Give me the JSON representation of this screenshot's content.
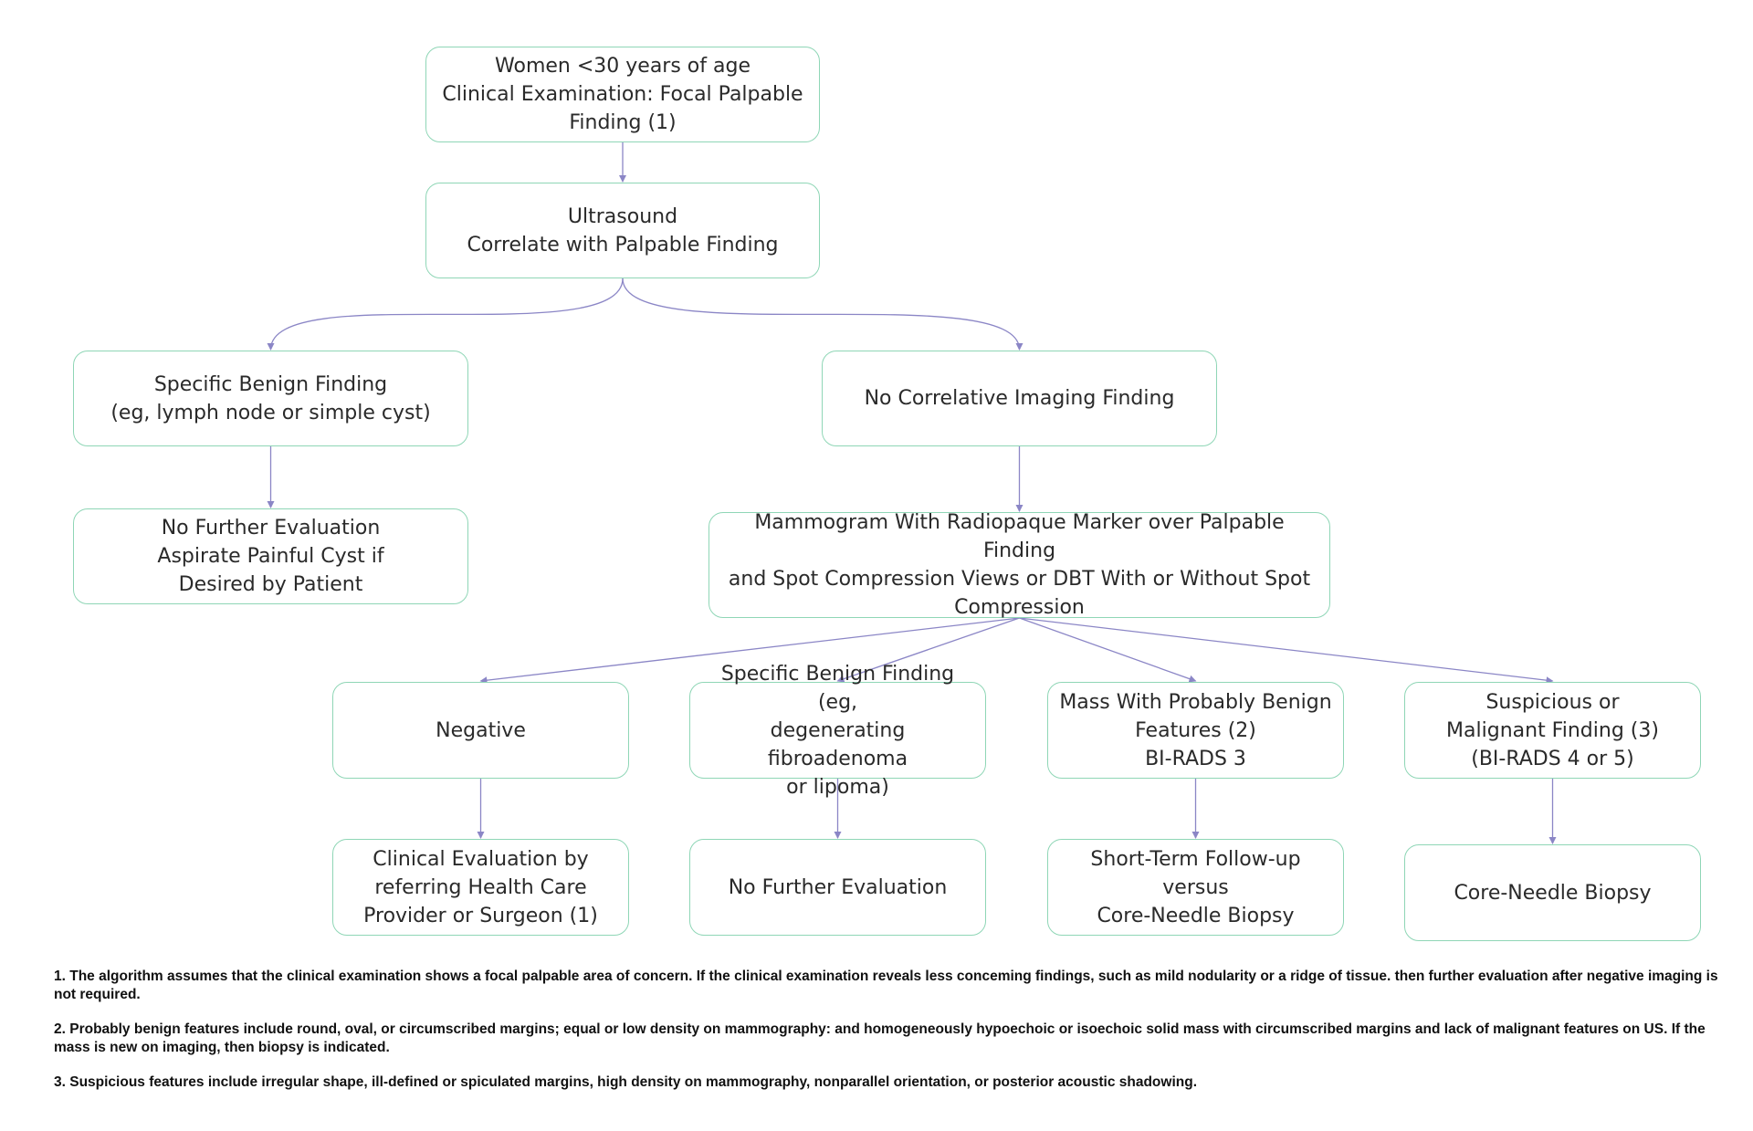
{
  "colors": {
    "node_border": "#8fd6b6",
    "connector": "#8b86c6",
    "text": "#2a2a2a"
  },
  "nodes": {
    "start": "Women <30 years of age\nClinical Examination: Focal Palpable\nFinding (1)",
    "ultrasound": "Ultrasound\nCorrelate with Palpable Finding",
    "specific_benign_us": "Specific Benign Finding\n(eg, lymph node or simple cyst)",
    "no_correlative": "No Correlative Imaging Finding",
    "no_further_aspirate": "No Further Evaluation\nAspirate Painful Cyst if\nDesired by Patient",
    "mammogram": "Mammogram With Radiopaque Marker over Palpable Finding\nand Spot Compression Views or DBT With or Without Spot\nCompression",
    "negative": "Negative",
    "specific_benign_mammo": "Specific Benign Finding (eg,\ndegenerating fibroadenoma\nor lipoma)",
    "probably_benign": "Mass With Probably Benign\nFeatures (2)\nBI-RADS 3",
    "suspicious": "Suspicious or\nMalignant Finding (3)\n(BI-RADS 4 or 5)",
    "clinical_eval": "Clinical Evaluation by\nreferring Health Care\nProvider or Surgeon (1)",
    "no_further_eval": "No Further Evaluation",
    "short_term": "Short-Term Follow-up versus\nCore-Needle Biopsy",
    "core_needle": "Core-Needle Biopsy"
  },
  "edges": [
    [
      "start",
      "ultrasound"
    ],
    [
      "ultrasound",
      "specific_benign_us"
    ],
    [
      "ultrasound",
      "no_correlative"
    ],
    [
      "specific_benign_us",
      "no_further_aspirate"
    ],
    [
      "no_correlative",
      "mammogram"
    ],
    [
      "mammogram",
      "negative"
    ],
    [
      "mammogram",
      "specific_benign_mammo"
    ],
    [
      "mammogram",
      "probably_benign"
    ],
    [
      "mammogram",
      "suspicious"
    ],
    [
      "negative",
      "clinical_eval"
    ],
    [
      "specific_benign_mammo",
      "no_further_eval"
    ],
    [
      "probably_benign",
      "short_term"
    ],
    [
      "suspicious",
      "core_needle"
    ]
  ],
  "footnotes": [
    "1. The algorithm assumes that the clinical examination shows a focal palpable area of concern. If the clinical examination reveals less conceming findings, such as mild nodularity or a ridge of tissue. then further evaluation after negative imaging is not required.",
    "2. Probably benign features include round, oval, or circumscribed margins; equal or low density on mammography: and homogeneously hypoechoic or isoechoic solid mass with circumscribed margins and lack of malignant features on US. If the mass is new on imaging, then biopsy is indicated.",
    "3. Suspicious features include irregular shape, ill-defined or spiculated margins, high density on mammography, nonparallel orientation, or posterior acoustic shadowing."
  ]
}
